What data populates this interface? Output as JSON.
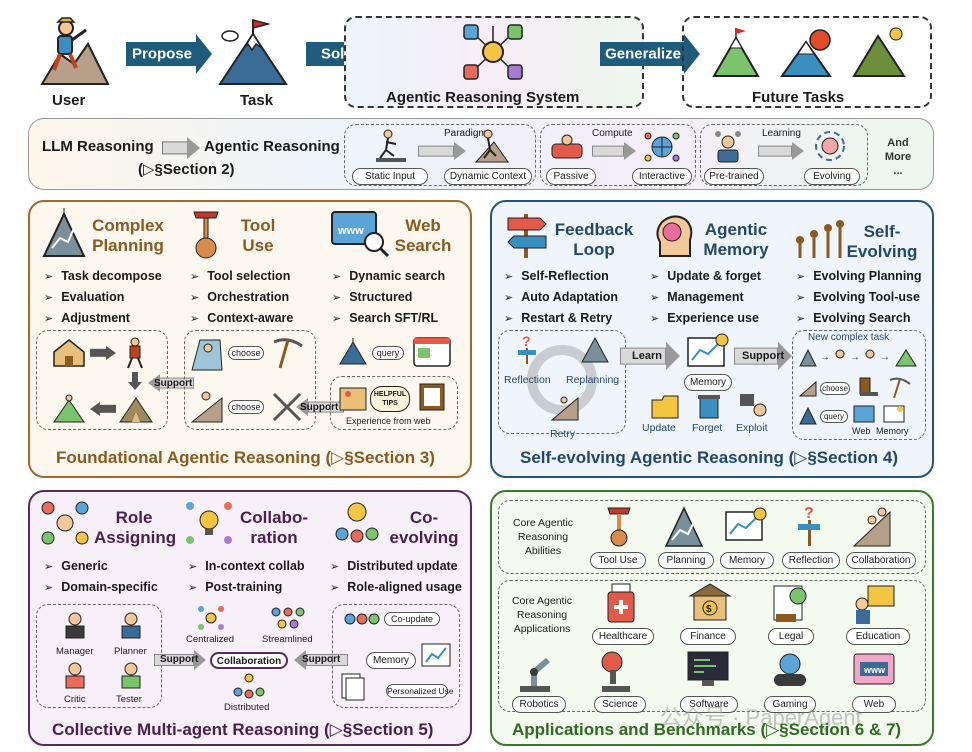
{
  "top": {
    "user": "User",
    "task": "Task",
    "propose": "Propose",
    "solve": "Solve",
    "generalize": "Generalize",
    "system": "Agentic Reasoning System",
    "future": "Future Tasks"
  },
  "shift": {
    "from": "LLM Reasoning",
    "to": "Agentic Reasoning",
    "ref": "(▷§Section 2)",
    "paradigm": "Paradigm",
    "static_input": "Static Input",
    "dynamic_context": "Dynamic Context",
    "compute": "Compute",
    "passive": "Passive",
    "interactive": "Interactive",
    "learning": "Learning",
    "pretrained": "Pre-trained",
    "evolving": "Evolving",
    "and_more_1": "And",
    "and_more_2": "More",
    "and_more_3": "..."
  },
  "foundational": {
    "title": "Foundational Agentic Reasoning (▷§Section 3)",
    "planning_1": "Complex",
    "planning_2": "Planning",
    "tool_1": "Tool",
    "tool_2": "Use",
    "web_1": "Web",
    "web_2": "Search",
    "planning_items": [
      "Task decompose",
      "Evaluation",
      "Adjustment"
    ],
    "tool_items": [
      "Tool selection",
      "Orchestration",
      "Context-aware"
    ],
    "web_items": [
      "Dynamic search",
      "Structured",
      "Search SFT/RL"
    ],
    "choose": "choose",
    "query": "query",
    "support": "Support",
    "helpful_1": "HELPFUL",
    "helpful_2": "TIPS",
    "exp_web": "Experience from web"
  },
  "selfevolving": {
    "title": "Self-evolving Agentic Reasoning (▷§Section 4)",
    "feedback_1": "Feedback",
    "feedback_2": "Loop",
    "memory_1": "Agentic",
    "memory_2": "Memory",
    "self_1": "Self-",
    "self_2": "Evolving",
    "feedback_items": [
      "Self-Reflection",
      "Auto Adaptation",
      "Restart & Retry"
    ],
    "memory_items": [
      "Update & forget",
      "Management",
      "Experience use"
    ],
    "self_items": [
      "Evolving Planning",
      "Evolving Tool-use",
      "Evolving Search"
    ],
    "reflection": "Reflection",
    "replanning": "Replanning",
    "retry": "Retry",
    "learn": "Learn",
    "memory": "Memory",
    "support": "Support",
    "update": "Update",
    "forget": "Forget",
    "exploit": "Exploit",
    "new_task": "New complex task",
    "choose": "choose",
    "query": "query",
    "web": "Web",
    "memory_small": "Memory"
  },
  "collective": {
    "title": "Collective Multi-agent Reasoning (▷§Section 5)",
    "role_1": "Role",
    "role_2": "Assigning",
    "collab_1": "Collabo-",
    "collab_2": "ration",
    "coevo_1": "Co-",
    "coevo_2": "evolving",
    "role_items": [
      "Generic",
      "Domain-specific"
    ],
    "collab_items": [
      "In-context collab",
      "Post-training"
    ],
    "coevo_items": [
      "Distributed update",
      "Role-aligned usage"
    ],
    "manager": "Manager",
    "planner": "Planner",
    "critic": "Critic",
    "tester": "Tester",
    "centralized": "Centralized",
    "streamlined": "Streamlined",
    "distributed": "Distributed",
    "collaboration": "Collaboration",
    "support": "Support",
    "co_update": "Co-update",
    "memory": "Memory",
    "personalized": "Personalized Use"
  },
  "applications": {
    "title": "Applications and Benchmarks (▷§Section 6 & 7)",
    "core_abilities_1": "Core Agentic",
    "core_abilities_2": "Reasoning",
    "core_abilities_3": "Abilities",
    "core_apps_1": "Core Agentic",
    "core_apps_2": "Reasoning",
    "core_apps_3": "Applications",
    "abilities": [
      "Tool Use",
      "Planning",
      "Memory",
      "Reflection",
      "Collaboration"
    ],
    "apps_row1": [
      "Healthcare",
      "Finance",
      "Legal",
      "Education"
    ],
    "apps_row2": [
      "Robotics",
      "Science",
      "Software",
      "Gaming",
      "Web"
    ],
    "watermark": "公众号 · PaperAgent"
  },
  "colors": {
    "arrow": "#1f5b7a",
    "foundational_border": "#9c6a2e",
    "foundational_title": "#8a5a20",
    "selfevolving_border": "#27527a",
    "selfevolving_title": "#24486b",
    "collective_border": "#5a2a5e",
    "collective_title": "#4a1f50",
    "applications_border": "#3a7a2a",
    "applications_title": "#2e6a1f"
  }
}
